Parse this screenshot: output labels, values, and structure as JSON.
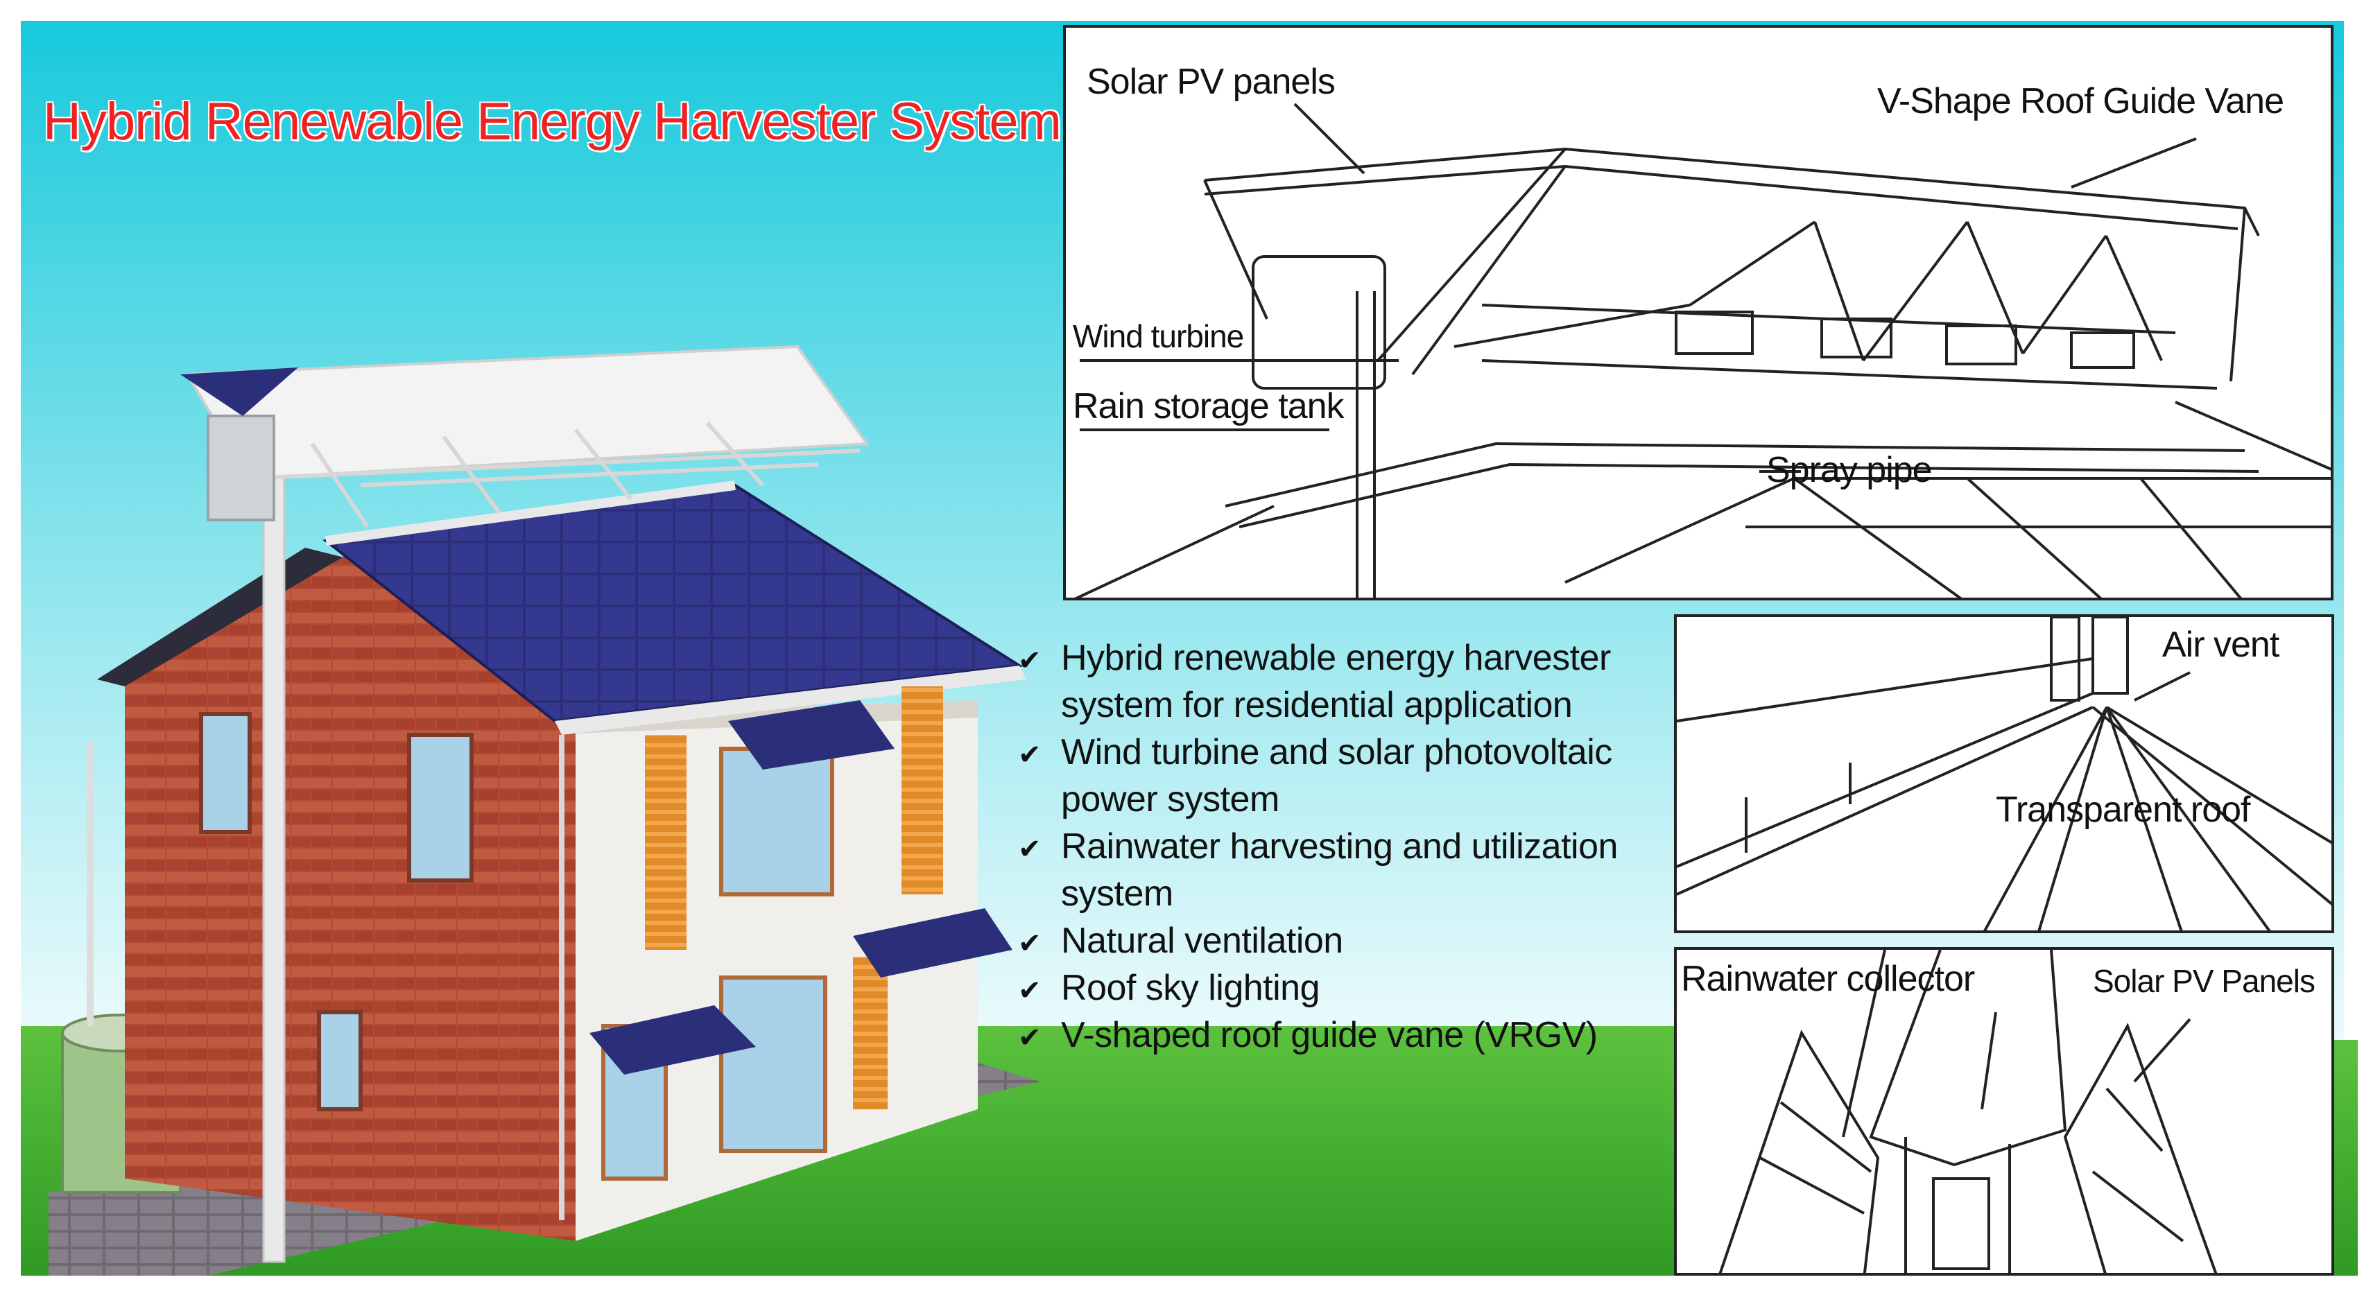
{
  "title": "Hybrid Renewable Energy Harvester System",
  "colors": {
    "title": "#ee2222",
    "sky_top": "#17c9dc",
    "sky_bottom": "#ffffff",
    "grass": "#3cae2c",
    "brick": "#b44a34",
    "solar_panel": "#2b2f7a"
  },
  "check_icon": "check-icon",
  "features": [
    "Hybrid renewable energy harvester system for residential application",
    "Wind turbine and solar photovoltaic power system",
    "Rainwater harvesting and utilization system",
    "Natural ventilation",
    "Roof sky lighting",
    "V-shaped roof guide vane (VRGV)"
  ],
  "panels": {
    "roof_detail": {
      "labels": {
        "solar_pv": "Solar PV panels",
        "vane": "V-Shape Roof Guide Vane",
        "wind_turbine": "Wind turbine",
        "rain_tank": "Rain storage tank",
        "spray_pipe": "Spray pipe"
      }
    },
    "vent_detail": {
      "labels": {
        "air_vent": "Air vent",
        "transparent_roof": "Transparent roof"
      }
    },
    "collector_detail": {
      "labels": {
        "rain_collector": "Rainwater collector",
        "solar_pv": "Solar PV Panels"
      }
    }
  }
}
